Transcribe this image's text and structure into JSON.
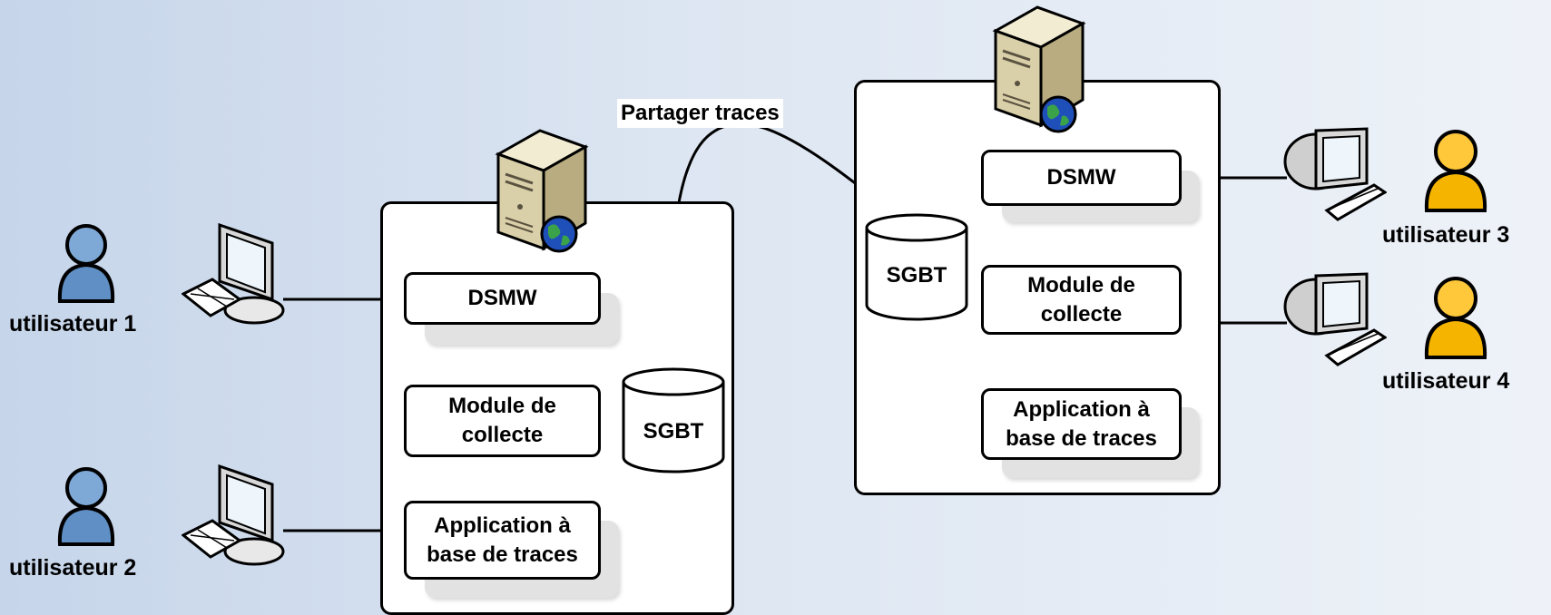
{
  "users": {
    "u1": "utilisateur 1",
    "u2": "utilisateur 2",
    "u3": "utilisateur 3",
    "u4": "utilisateur 4"
  },
  "share_label": "Partager traces",
  "left_node": {
    "dsmw": "DSMW",
    "collect": "Module de\ncollecte",
    "sgbt": "SGBT",
    "app": "Application à\nbase de traces"
  },
  "right_node": {
    "dsmw": "DSMW",
    "collect": "Module de\ncollecte",
    "sgbt": "SGBT",
    "app": "Application à\nbase de traces"
  },
  "colors": {
    "user_blue": "#5f8fc4",
    "user_yellow": "#f4b400",
    "line": "#000000",
    "panel": "#ffffff"
  },
  "icons": [
    "user-icon",
    "computer-icon",
    "server-icon",
    "globe-icon",
    "database-icon"
  ]
}
